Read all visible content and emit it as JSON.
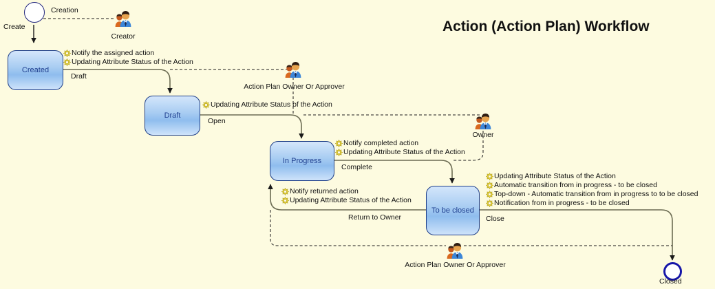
{
  "diagram": {
    "title": "Action (Action Plan) Workflow",
    "background_color": "#fdfbe0",
    "state_fill_top": "#d4e6fb",
    "state_fill_mid": "#8fbdee",
    "state_border_color": "#1d3d87",
    "state_text_color": "#1f3f8f",
    "gear_color": "#e8d43c",
    "end_node_color": "#1616a8"
  },
  "nodes": {
    "start": {
      "label": "Creation",
      "type": "start-node"
    },
    "created": {
      "label": "Created",
      "type": "state"
    },
    "draft": {
      "label": "Draft",
      "type": "state"
    },
    "in_progress": {
      "label": "In Progress",
      "type": "state"
    },
    "to_be_closed": {
      "label": "To be closed",
      "type": "state"
    },
    "closed": {
      "label": "Closed",
      "type": "end-node"
    }
  },
  "actors": [
    {
      "id": "creator",
      "label": "Creator",
      "icon": "users-icon"
    },
    {
      "id": "approver_top",
      "label": "Action Plan Owner Or Approver",
      "icon": "users-icon"
    },
    {
      "id": "owner",
      "label": "Owner",
      "icon": "users-icon"
    },
    {
      "id": "approver_bottom",
      "label": "Action Plan Owner Or Approver",
      "icon": "users-icon"
    }
  ],
  "transitions": [
    {
      "id": "create",
      "label": "Create",
      "from": "start",
      "to": "created"
    },
    {
      "id": "draft",
      "label": "Draft",
      "from": "created",
      "to": "draft"
    },
    {
      "id": "open",
      "label": "Open",
      "from": "draft",
      "to": "in_progress"
    },
    {
      "id": "complete",
      "label": "Complete",
      "from": "in_progress",
      "to": "to_be_closed"
    },
    {
      "id": "return_to_owner",
      "label": "Return to Owner",
      "from": "to_be_closed",
      "to": "in_progress"
    },
    {
      "id": "close",
      "label": "Close",
      "from": "to_be_closed",
      "to": "closed"
    }
  ],
  "notes": {
    "created_to_draft": [
      "Notify the assigned action",
      "Updating Attribute Status of the Action"
    ],
    "draft_to_in_progress": [
      "Updating Attribute Status of the Action"
    ],
    "in_progress_to_to_be_closed": [
      "Notify completed action",
      "Updating Attribute Status of the Action"
    ],
    "to_be_closed_to_in_progress": [
      "Notify returned action",
      "Updating Attribute Status of the Action"
    ],
    "to_be_closed_to_closed": [
      "Updating Attribute Status of the Action",
      "Automatic transition from in progress - to be closed",
      "Top-down - Automatic transition from in progress to to be closed",
      "Notification from in progress - to be closed"
    ]
  }
}
